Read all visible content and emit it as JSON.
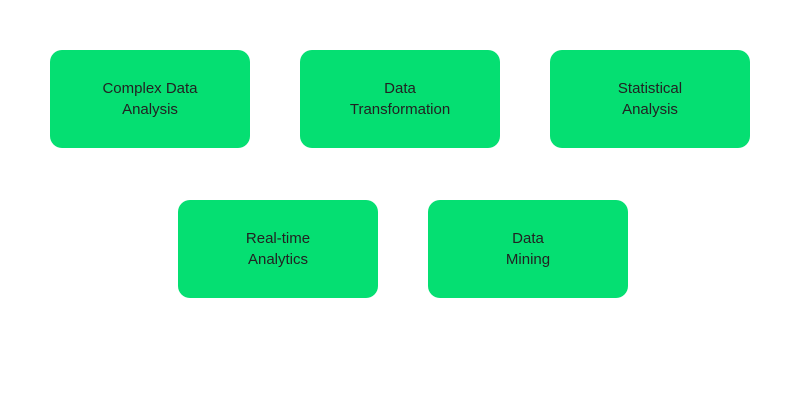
{
  "diagram": {
    "background_color": "#ffffff",
    "node_fill_color": "#05df72",
    "node_text_color": "#222222",
    "nodes": [
      {
        "id": "complex-data-analysis",
        "label": "Complex Data\nAnalysis"
      },
      {
        "id": "data-transformation",
        "label": "Data\nTransformation"
      },
      {
        "id": "statistical-analysis",
        "label": "Statistical\nAnalysis"
      },
      {
        "id": "real-time-analytics",
        "label": "Real-time\nAnalytics"
      },
      {
        "id": "data-mining",
        "label": "Data\nMining"
      }
    ]
  }
}
